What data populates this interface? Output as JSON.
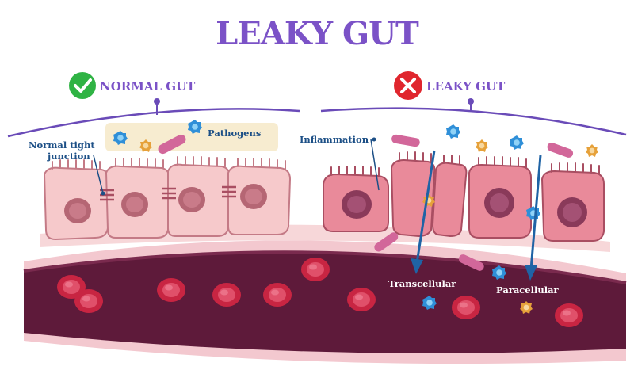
{
  "title": "LEAKY GUT",
  "panels": {
    "normal": {
      "heading": "NORMAL GUT",
      "status_icon": "check-icon",
      "status_color": "#2fb344"
    },
    "leaky": {
      "heading": "LEAKY GUT",
      "status_icon": "cross-icon",
      "status_color": "#e0262e"
    }
  },
  "labels": {
    "tight_junction_1": "Normal tight",
    "tight_junction_2": "junction",
    "pathogens": "Pathogens",
    "inflammation": "Inflammation",
    "transcellular": "Transcellular",
    "paracellular": "Paracellular"
  },
  "colors": {
    "title": "#7b52c7",
    "label": "#1c4f86",
    "healthy_cell": "#f6c9cb",
    "inflamed_cell": "#e98a9a",
    "vessel": "#5e1a3a",
    "blood_cell": "#d3354d",
    "arrow": "#1f63a5"
  }
}
